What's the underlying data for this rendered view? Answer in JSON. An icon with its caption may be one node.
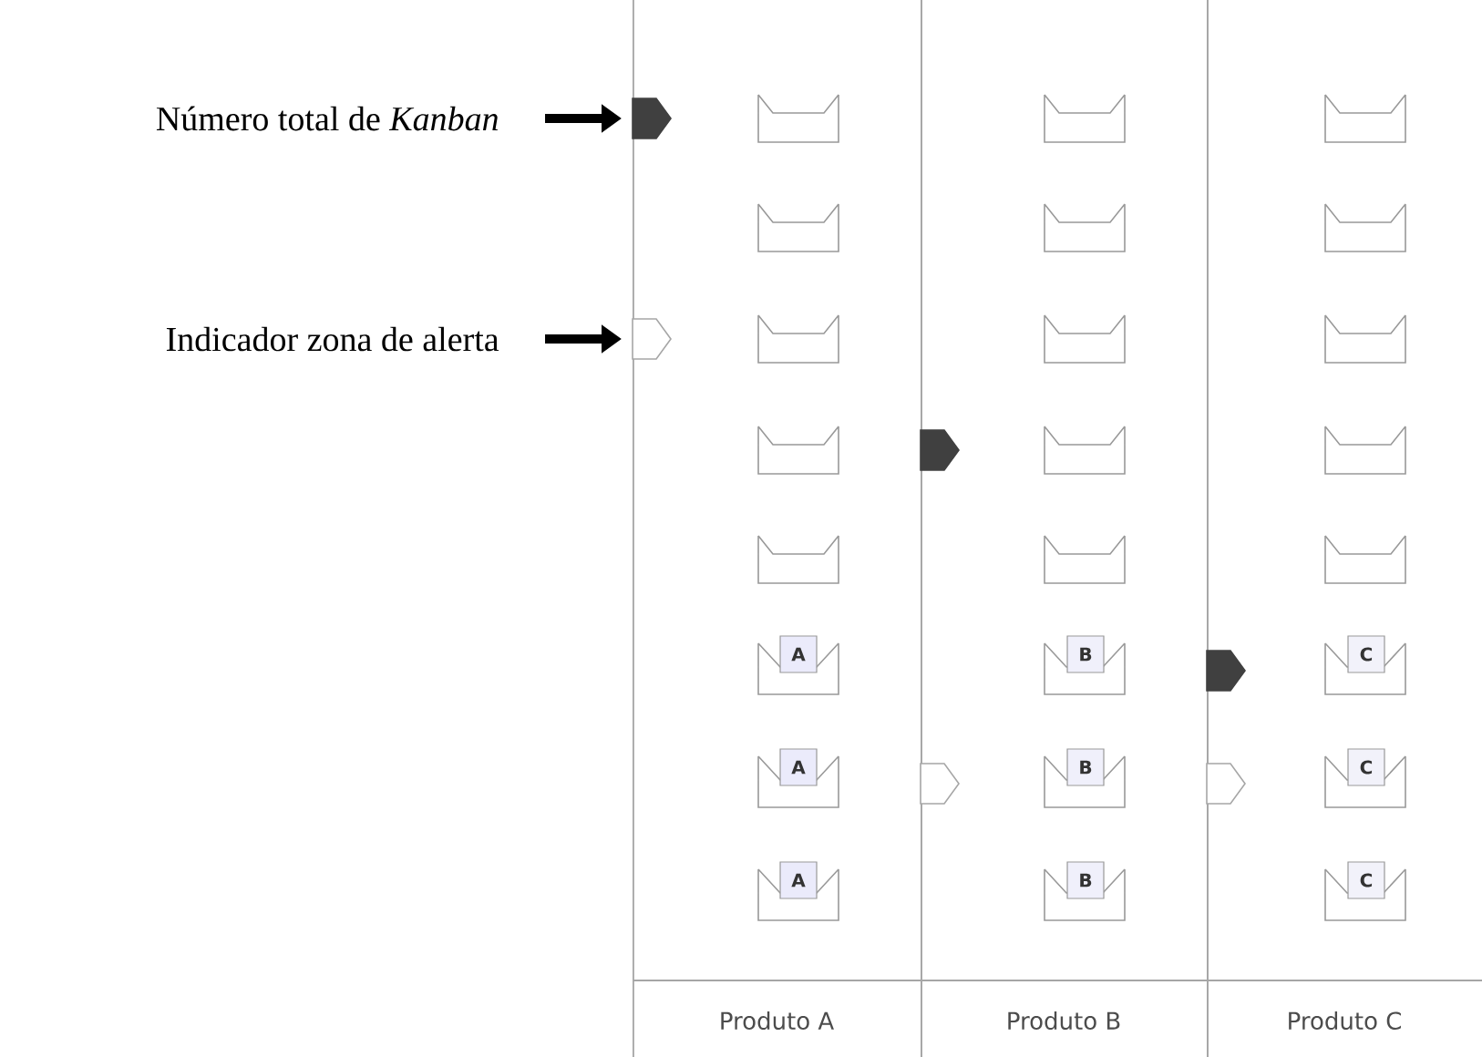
{
  "diagram": {
    "nodes": [
      {
        "text": [
          "Número total de *Kanban*"
        ]
      },
      {
        "text": [
          "Indicador zona de alerta"
        ]
      },
      {
        "text": [
          "Produto A"
        ]
      },
      {
        "text": [],
        "shape": "pentagon",
        "in": 2
      },
      {
        "text": [],
        "shape": "pentagon",
        "in": 2
      },
      {
        "text": [
          "A"
        ],
        "in": 2
      },
      {
        "text": [
          "A"
        ],
        "in": 2
      },
      {
        "text": [
          "A"
        ],
        "in": 2
      },
      {
        "text": [
          "Produto B"
        ]
      },
      {
        "text": [],
        "shape": "pentagon",
        "in": 8
      },
      {
        "text": [],
        "shape": "pentagon",
        "in": 8
      },
      {
        "text": [
          "B"
        ],
        "in": 8
      },
      {
        "text": [
          "B"
        ],
        "in": 8
      },
      {
        "text": [
          "B"
        ],
        "in": 8
      },
      {
        "text": [
          "Produto C"
        ]
      },
      {
        "text": [],
        "shape": "pentagon",
        "in": 14
      },
      {
        "text": [],
        "shape": "pentagon",
        "in": 14
      },
      {
        "text": [
          "C"
        ],
        "in": 14
      },
      {
        "text": [
          "C"
        ],
        "in": 14
      },
      {
        "text": [
          "C"
        ],
        "in": 14
      }
    ],
    "edges": [
      {
        "from": 0,
        "to": 3,
        "arrow": "to"
      },
      {
        "from": 1,
        "to": 4,
        "arrow": "to"
      }
    ]
  }
}
